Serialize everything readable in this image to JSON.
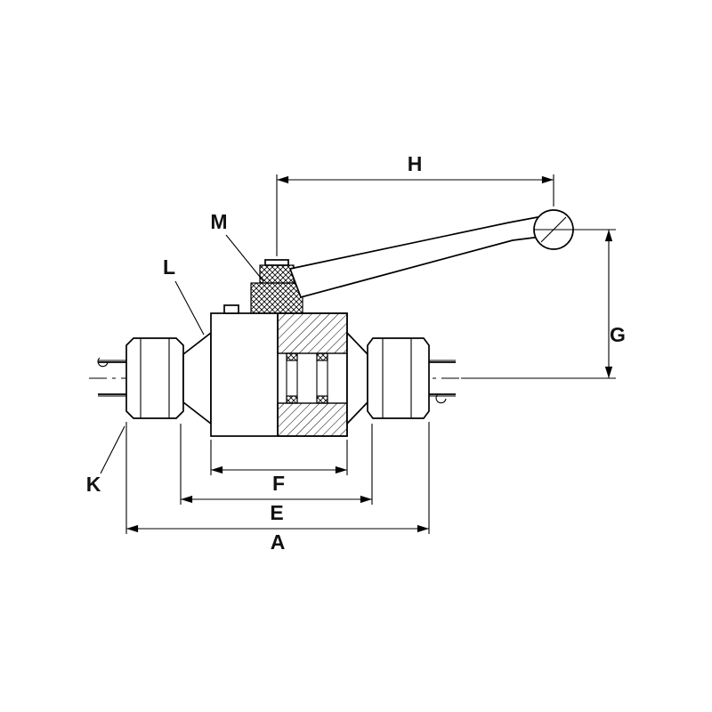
{
  "subject": "Two-way ball valve with lever handle and compression tube fittings, dimensioned section drawing",
  "colors": {
    "background": "#ffffff",
    "line": "#000000"
  },
  "labels": {
    "A": "A",
    "E": "E",
    "F": "F",
    "G": "G",
    "H": "H",
    "K": "K",
    "L": "L",
    "M": "M"
  }
}
